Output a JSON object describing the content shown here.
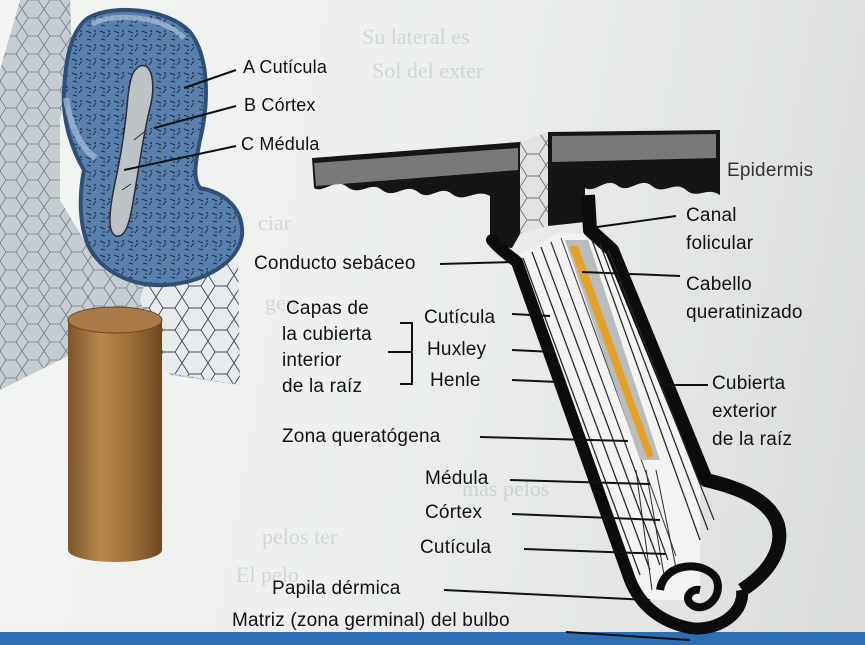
{
  "top_left_labels": {
    "cuticle": "A Cutícula",
    "cortex": "B Córtex",
    "medulla": "C Médula"
  },
  "right_labels": {
    "epidermis": "Epidermis",
    "canal_folicular": [
      "Canal",
      "folicular"
    ],
    "cabello_queratinizado": [
      "Cabello",
      "queratinizado"
    ],
    "cubierta_exterior": [
      "Cubierta",
      "exterior",
      "de la raíz"
    ]
  },
  "left_labels": {
    "conducto_sebaceo": "Conducto sebáceo",
    "capas_cubierta": [
      "Capas de",
      "la cubierta",
      "interior",
      "de la raíz"
    ],
    "cuticula_inner": "Cutícula",
    "huxley": "Huxley",
    "henle": "Henle",
    "zona_queratogena": "Zona queratógena",
    "medula": "Médula",
    "cortex": "Córtex",
    "cuticula_lower": "Cutícula",
    "papila_dermica": "Papila dérmica",
    "matriz": "Matriz (zona germinal) del bulbo"
  },
  "background_text": [
    "Su lateral es",
    "Sol del exter",
    "ciar",
    "gen",
    "mas pelos",
    "pelos ter",
    "El pelo"
  ],
  "colors": {
    "hair_blue": "#5c85b5",
    "hair_dark": "#1c2c42",
    "shaft_orange": "#e4a12a",
    "cylinder_brown": "#9c7040",
    "epidermis_gray": "#7b7878",
    "follicle_black": "#0c0c0c"
  }
}
